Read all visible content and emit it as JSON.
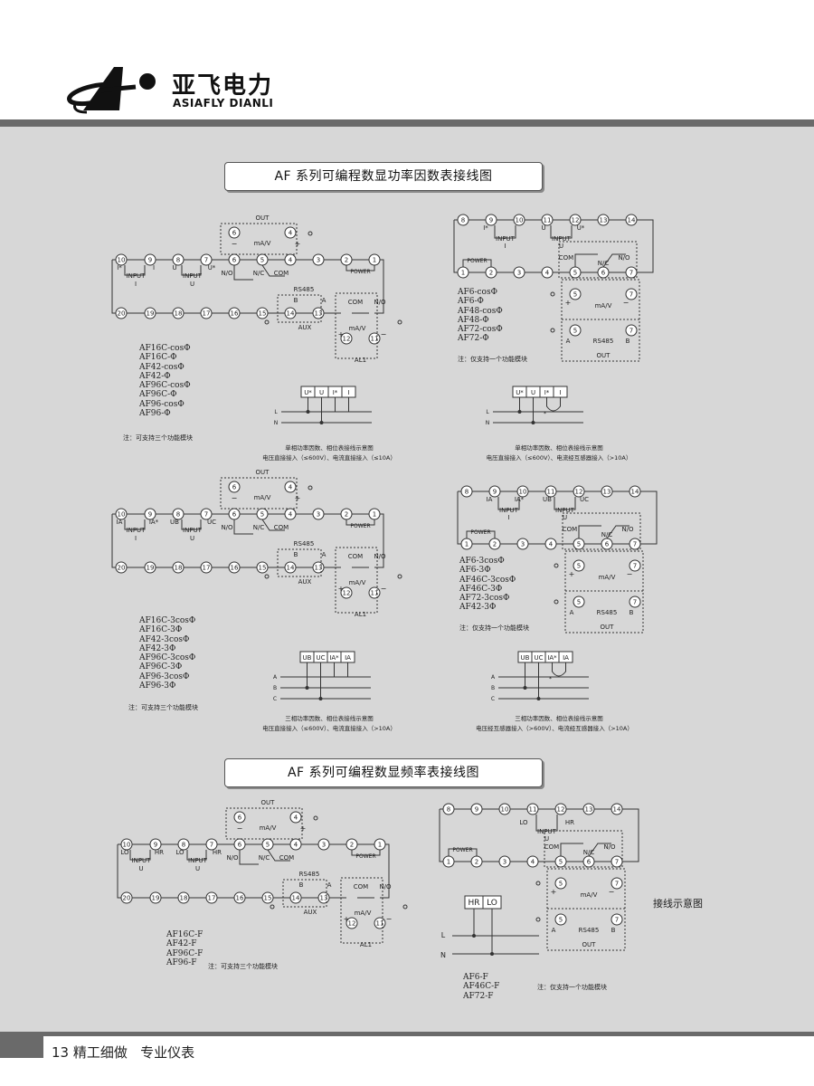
{
  "brand": {
    "name_cn": "亚飞电力",
    "name_en": "ASIAFLY DIANLI"
  },
  "sections": [
    {
      "title": "AF 系列可编程数显功率因数表接线图"
    },
    {
      "title": "AF 系列可编程数显频率表接线图"
    }
  ],
  "labels": {
    "out": "OUT",
    "aux": "AUX",
    "al1": "AL1",
    "power": "POWER",
    "input": "INPUT",
    "rs485": "RS485",
    "com": "COM",
    "nc": "N/C",
    "no": "N/O",
    "ma_v": "mA/V",
    "a": "A",
    "b": "B",
    "plus": "+",
    "minus": "−",
    "i": "I",
    "i_star": "I*",
    "u": "U",
    "u_star": "U*",
    "ia": "IA",
    "ia_star": "IA*",
    "ub": "UB",
    "uc": "UC",
    "lo": "LO",
    "hr": "HR",
    "l": "L",
    "n": "N",
    "c": "C"
  },
  "panel_1": {
    "models": [
      "AF16C-cosΦ",
      "AF16C-Φ",
      "AF42-cosΦ",
      "AF42-Φ",
      "AF96C-cosΦ",
      "AF96C-Φ",
      "AF96-cosΦ",
      "AF96-Φ"
    ],
    "note": "注：可支持三个功能模块",
    "ct_labels": [
      "U*",
      "U",
      "I*",
      "I"
    ],
    "caption_1": "单相功率因数、相位表接线示意图",
    "caption_2": "电压直接接入（≤600V）、电流直接接入（≤10A）"
  },
  "panel_2": {
    "models": [
      "AF6-cosΦ",
      "AF6-Φ",
      "AF48-cosΦ",
      "AF48-Φ",
      "AF72-cosΦ",
      "AF72-Φ"
    ],
    "note": "注：仅支持一个功能模块",
    "ct_labels": [
      "U*",
      "U",
      "I*",
      "I"
    ],
    "caption_1": "单相功率因数、相位表接线示意图",
    "caption_2": "电压直接接入（≤600V）、电流经互感器接入（>10A）"
  },
  "panel_3": {
    "models": [
      "AF16C-3cosΦ",
      "AF16C-3Φ",
      "AF42-3cosΦ",
      "AF42-3Φ",
      "AF96C-3cosΦ",
      "AF96C-3Φ",
      "AF96-3cosΦ",
      "AF96-3Φ"
    ],
    "note": "注：可支持三个功能模块",
    "ct_labels": [
      "UB",
      "UC",
      "IA*",
      "IA"
    ],
    "caption_1": "三相功率因数、相位表接线示意图",
    "caption_2": "电压直接接入（≤600V）、电流直接接入（>10A）"
  },
  "panel_4": {
    "models": [
      "AF6-3cosΦ",
      "AF6-3Φ",
      "AF46C-3cosΦ",
      "AF46C-3Φ",
      "AF72-3cosΦ",
      "AF42-3Φ"
    ],
    "note": "注：仅支持一个功能模块",
    "ct_labels": [
      "UB",
      "UC",
      "IA*",
      "IA"
    ],
    "caption_1": "三相功率因数、相位表接线示意图",
    "caption_2": "电压经互感器接入（>600V）、电流经互感器接入（>10A）"
  },
  "panel_5": {
    "models": [
      "AF16C-F",
      "AF42-F",
      "AF96C-F",
      "AF96-F"
    ],
    "note": "注：可支持三个功能模块"
  },
  "panel_6": {
    "models": [
      "AF6-F",
      "AF46C-F",
      "AF72-F"
    ],
    "note": "注：仅支持一个功能模块",
    "ct_labels": [
      "HR",
      "LO"
    ],
    "side_caption": "接线示意图"
  },
  "footer": {
    "page_number": "13",
    "slogan": "精工细做   专业仪表"
  }
}
